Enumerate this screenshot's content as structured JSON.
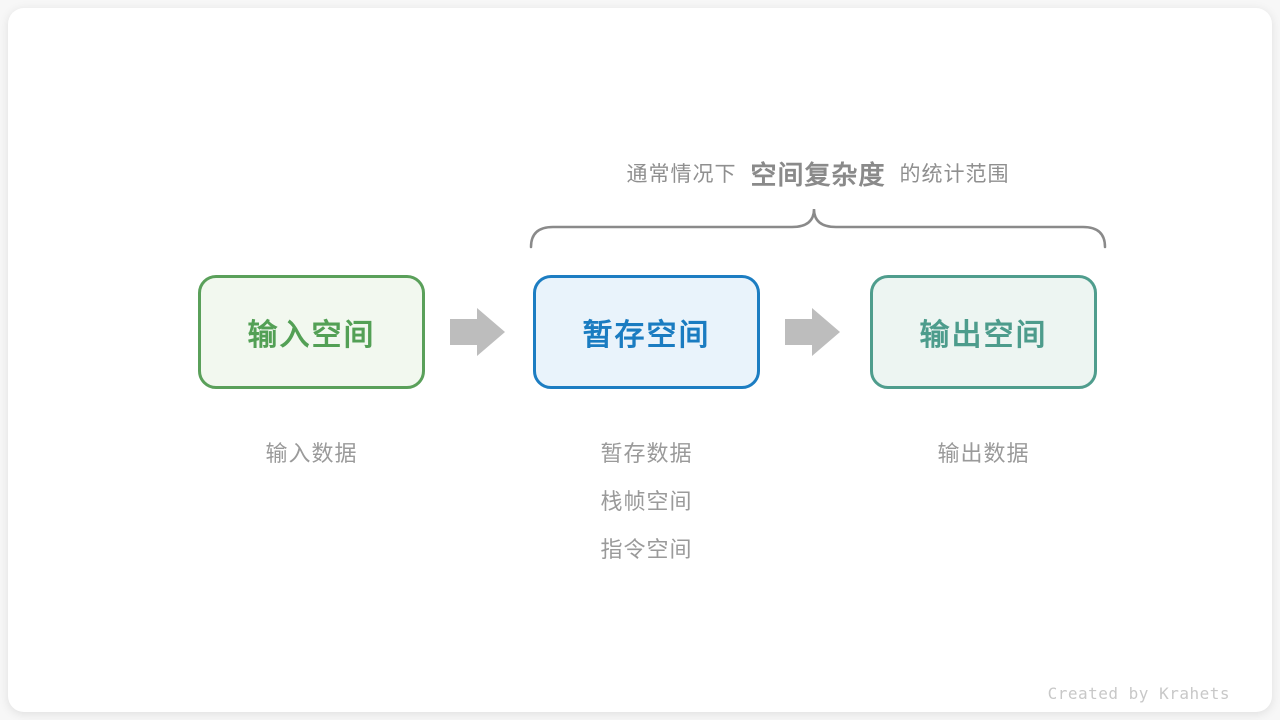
{
  "diagram": {
    "title": {
      "prefix": "通常情况下",
      "highlight": "空间复杂度",
      "suffix": "的统计范围"
    },
    "nodes": [
      {
        "label": "输入空间",
        "border_color": "#5aa05a",
        "bg_color": "#f2f8ef",
        "text_color": "#53a055"
      },
      {
        "label": "暂存空间",
        "border_color": "#1c7dc2",
        "bg_color": "#e9f3fb",
        "text_color": "#1a7cc1"
      },
      {
        "label": "输出空间",
        "border_color": "#4f9d8d",
        "bg_color": "#edf5f2",
        "text_color": "#4d9c8c"
      }
    ],
    "annotations": [
      {
        "items": [
          "输入数据"
        ]
      },
      {
        "items": [
          "暂存数据",
          "栈帧空间",
          "指令空间"
        ]
      },
      {
        "items": [
          "输出数据"
        ]
      }
    ],
    "colors": {
      "arrow": "#bdbdbd",
      "brace": "#8a8a8a",
      "title_text": "#8f8f8f",
      "annotation_text": "#9a9a9a",
      "card_background": "#ffffff"
    },
    "credit": "Created by Krahets"
  }
}
